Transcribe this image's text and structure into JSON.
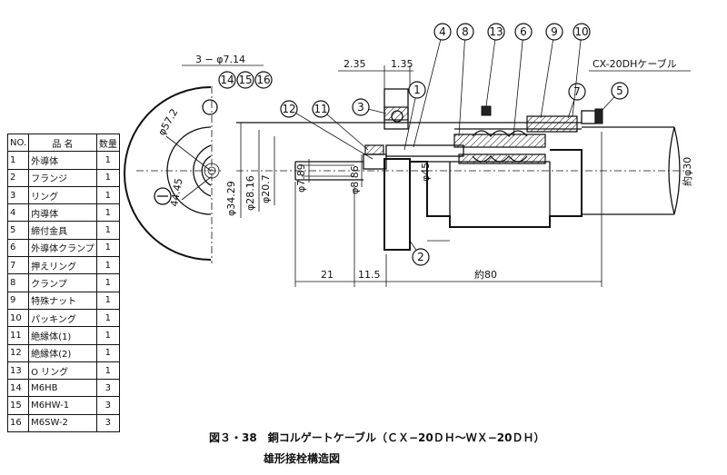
{
  "parts_table": {
    "headers": [
      "NO.",
      "品 名",
      "数量"
    ],
    "rows": [
      {
        "no": "1",
        "name": "外導体",
        "qty": "1"
      },
      {
        "no": "2",
        "name": "フランジ",
        "qty": "1"
      },
      {
        "no": "3",
        "name": "リング",
        "qty": "1"
      },
      {
        "no": "4",
        "name": "内導体",
        "qty": "1"
      },
      {
        "no": "5",
        "name": "締付金具",
        "qty": "1"
      },
      {
        "no": "6",
        "name": "外導体クランプ",
        "qty": "1"
      },
      {
        "no": "7",
        "name": "押えリング",
        "qty": "1"
      },
      {
        "no": "8",
        "name": "クランプ",
        "qty": "1"
      },
      {
        "no": "9",
        "name": "特殊ナット",
        "qty": "1"
      },
      {
        "no": "10",
        "name": "パッキング",
        "qty": "1"
      },
      {
        "no": "11",
        "name": "絶縁体(1)",
        "qty": "1"
      },
      {
        "no": "12",
        "name": "絶縁体(2)",
        "qty": "1"
      },
      {
        "no": "13",
        "name": "O リング",
        "qty": "1"
      },
      {
        "no": "14",
        "name": "M6HB",
        "qty": "3"
      },
      {
        "no": "15",
        "name": "M6HW-1",
        "qty": "3"
      },
      {
        "no": "16",
        "name": "M6SW-2",
        "qty": "3"
      }
    ]
  },
  "caption": {
    "line1": "図３・38　銅コルゲートケーブル（ＣＸ−20ＤＨ〜ＷＸ−20ＤＨ）",
    "line2": "雄形接栓構造図"
  },
  "dimensions": {
    "bolt_holes": "3 − φ7.14",
    "flange_dia": "φ57.2",
    "pitch": "44.45",
    "gap_a": "2.35",
    "gap_b": "1.35",
    "cable_label": "CX-20DHケーブル",
    "d_34_29": "φ34.29",
    "d_28_16": "φ28.16",
    "d_20_7": "φ20.7",
    "d_7_89": "φ7.89",
    "d_8_86": "φ8.86",
    "d_45": "φ45",
    "d_30": "約φ30",
    "len_21": "21",
    "len_11_5": "11.5",
    "len_80": "約80"
  },
  "balloons": [
    "1",
    "2",
    "3",
    "4",
    "5",
    "6",
    "7",
    "8",
    "9",
    "10",
    "11",
    "12",
    "13",
    "14",
    "15",
    "16"
  ]
}
